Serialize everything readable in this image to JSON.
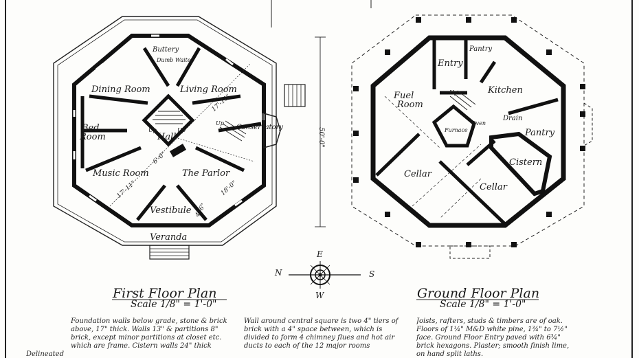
{
  "first_floor": {
    "title": "First Floor Plan",
    "scale": "Scale 1/8\" = 1'-0\"",
    "rooms": {
      "buttery": "Buttery",
      "dumb_waiter": "Dumb Waiter",
      "dining_room": "Dining Room",
      "living_room": "Living Room",
      "bed_room_1": "Bed",
      "bed_room_2": "Room",
      "hall": "Hall",
      "conservatory": "Conservatory",
      "music_room": "Music Room",
      "the_parlor": "The Parlor",
      "vestibule": "Vestibule",
      "veranda": "Veranda"
    },
    "stair_labels": {
      "up_1": "Up",
      "up_2": "Up",
      "up_3": "Up"
    },
    "dimensions": {
      "d1": "17'-11\"",
      "d2": "17'-11\"",
      "d3": "18'-0\"",
      "d4": "6'-0\"",
      "d5": "4'-6\""
    }
  },
  "ground_floor": {
    "title": "Ground Floor Plan",
    "scale": "Scale 1/8\" = 1'-0\"",
    "rooms": {
      "entry": "Entry",
      "pantry_1": "Pantry",
      "kitchen": "Kitchen",
      "fuel_room_1": "Fuel",
      "fuel_room_2": "Room",
      "furnace": "Furnace",
      "oven": "Oven",
      "drain": "Drain",
      "pantry_2": "Pantry",
      "cistern": "Cistern",
      "cellar_1": "Cellar",
      "cellar_2": "Cellar"
    },
    "stair_labels": {
      "up": "Up"
    }
  },
  "overall_dimension": "50'-0\"",
  "compass": {
    "north": "N",
    "south": "S",
    "east": "E",
    "west": "W"
  },
  "notes": {
    "left": "Foundation walls below grade, stone & brick above, 17\" thick. Walls 13\" & partitions 8\" brick, except minor partitions at closet etc. which are frame. Cistern walls 24\" thick",
    "middle": "Wall around central square is two 4\" tiers of brick with a 4\" space between, which is divided to form 4 chimney flues and hot air ducts to each of the 12 major rooms",
    "right": "Joists, rafters, studs & timbers are of oak. Floors of 1¼\" M&D white pine, 1¾\" to 7½\" face. Ground Floor Entry paved with 6¾\" brick hexagons. Plaster; smooth finish lime, on hand split laths.",
    "bottom_left": "Delineated"
  },
  "colors": {
    "ink": "#1a1a1a",
    "paper": "#fdfdfb"
  }
}
